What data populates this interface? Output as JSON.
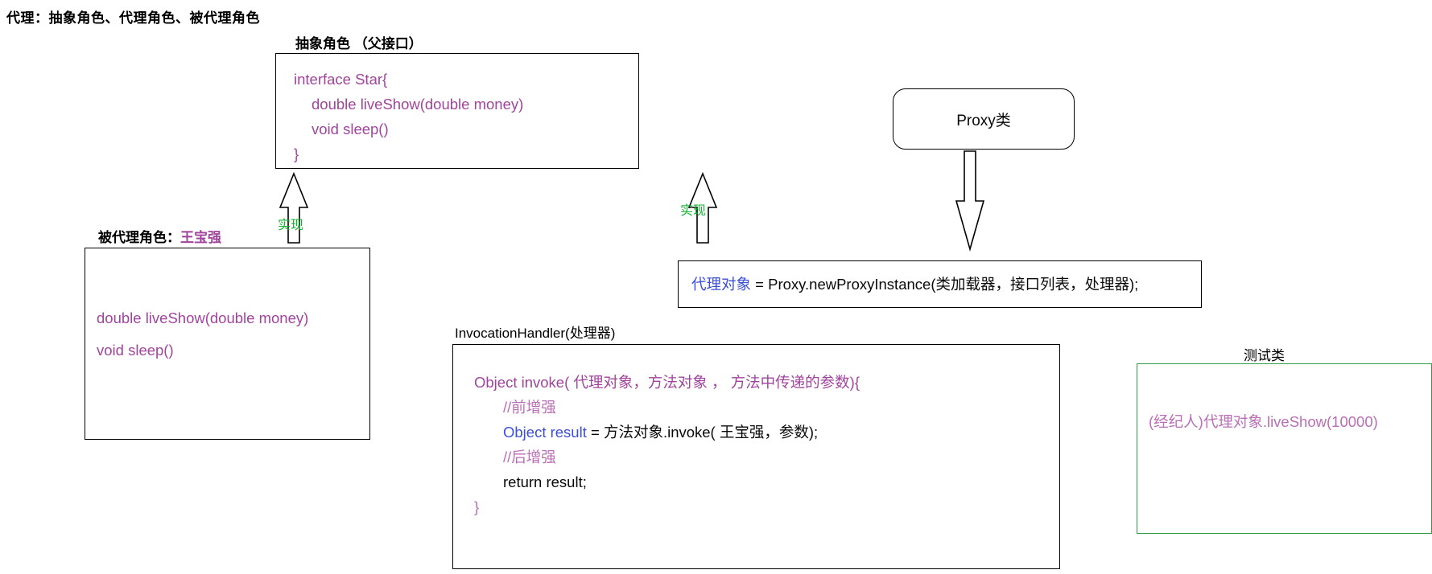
{
  "title": "代理：抽象角色、代理角色、被代理角色",
  "abstract_role": {
    "caption": "抽象角色 （父接口）",
    "code": {
      "line1": "interface  Star{",
      "line2": "double  liveShow(double  money)",
      "line3": "void  sleep()",
      "line4": "}"
    }
  },
  "proxied_role": {
    "caption_label": "被代理角色：",
    "caption_name": "王宝强",
    "code": {
      "line1": "double  liveShow(double money)",
      "line2": "void  sleep()"
    }
  },
  "proxy_class": {
    "label": "Proxy类"
  },
  "proxy_code": {
    "subject": "代理对象",
    "rest": " =  Proxy.newProxyInstance(类加载器，接口列表，处理器);"
  },
  "invocation_handler": {
    "caption": "InvocationHandler(处理器)",
    "code": {
      "signature": "Object  invoke( 代理对象，方法对象 ， 方法中传递的参数){",
      "comment_before": "//前增强",
      "assign_decl": "Object  result ",
      "assign_rest": "=  方法对象.invoke( 王宝强，参数);",
      "comment_after": "//后增强",
      "return_stmt": "return  result;",
      "close_brace": "}"
    }
  },
  "test_class": {
    "caption": "测试类",
    "code": "(经纪人)代理对象.liveShow(10000)"
  },
  "relations": {
    "implements_left": "实现",
    "implements_right": "实现"
  },
  "colors": {
    "purple": "#a0449c",
    "purple_light": "#b86fb5",
    "blue": "#3b4fd8",
    "green": "#12b330",
    "green_border": "#2e9b48",
    "black": "#000000"
  }
}
